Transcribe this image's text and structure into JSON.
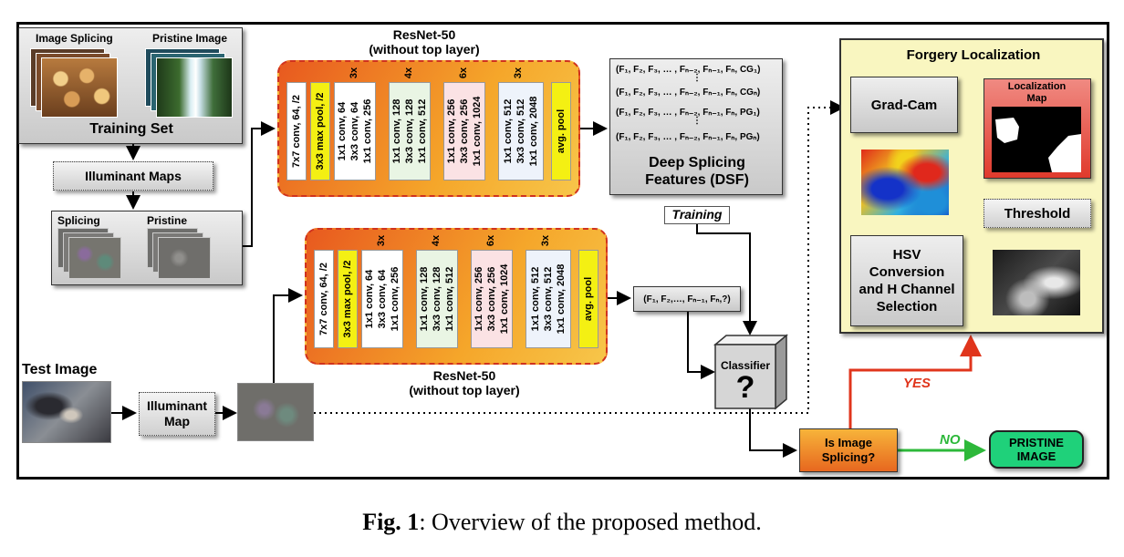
{
  "training": {
    "image_splicing_label": "Image Splicing",
    "pristine_image_label": "Pristine Image",
    "training_set_label": "Training Set",
    "illuminant_maps_label": "Illuminant Maps",
    "splicing_label": "Splicing",
    "pristine_label": "Pristine"
  },
  "resnet_top": {
    "title_line1": "ResNet-50",
    "title_line2": "(without top layer)",
    "layers": {
      "conv1": "7x7 conv, 64, /2",
      "pool": "3x3 max pool, /2",
      "b1": [
        "1x1 conv, 64",
        "3x3 conv, 64",
        "1x1 conv, 256"
      ],
      "b2": [
        "1x1 conv, 128",
        "3x3 conv, 128",
        "1x1 conv, 512"
      ],
      "b3": [
        "1x1 conv, 256",
        "3x3 conv, 256",
        "1x1 conv, 1024"
      ],
      "b4": [
        "1x1 conv, 512",
        "3x3 conv, 512",
        "1x1 conv, 2048"
      ],
      "avg": "avg. pool"
    },
    "reps": [
      "3x",
      "4x",
      "6x",
      "3x"
    ]
  },
  "resnet_bottom": {
    "title_line1": "ResNet-50",
    "title_line2": "(without top layer)"
  },
  "dsf": {
    "rows": [
      "(F₁, F₂, F₃, … , Fₙ₋₂, Fₙ₋₁, Fₙ, CG₁)",
      "⋮",
      "(F₁, F₂, F₃, … , Fₙ₋₂, Fₙ₋₁, Fₙ, CGₙ)",
      "(F₁, F₂, F₃, … , Fₙ₋₂, Fₙ₋₁, Fₙ, PG₁)",
      "⋮",
      "(F₁, F₂, F₃, … , Fₙ₋₂, Fₙ₋₁, Fₙ, PGₙ)"
    ],
    "title_line1": "Deep Splicing",
    "title_line2": "Features (DSF)",
    "training_label": "Training"
  },
  "test": {
    "test_image_label": "Test Image",
    "illuminant_map_line1": "Illuminant",
    "illuminant_map_line2": "Map",
    "test_feature": "(F₁, F₂,…, Fₙ₋₁, Fₙ,?)"
  },
  "classifier": {
    "label": "Classifier",
    "mark": "?"
  },
  "decision": {
    "question_line1": "Is Image",
    "question_line2": "Splicing?",
    "yes_label": "YES",
    "no_label": "NO",
    "pristine_line1": "PRISTINE",
    "pristine_line2": "IMAGE"
  },
  "localization": {
    "title": "Forgery Localization",
    "gradcam": "Grad-Cam",
    "map_line1": "Localization",
    "map_line2": "Map",
    "threshold": "Threshold",
    "hsv_lines": [
      "HSV",
      "Conversion",
      "and H Channel",
      "Selection"
    ]
  },
  "caption": {
    "fig": "Fig. 1",
    "text": ": Overview of the proposed method."
  },
  "colors": {
    "resnet_orange": "#e8591f",
    "yellow_layer": "#f4f013",
    "yes_red": "#e0351c",
    "no_green": "#2db83a",
    "pristine_box": "#1fd17a",
    "localization_bg": "#f9f6c0",
    "map_red": "#e03a2c"
  }
}
